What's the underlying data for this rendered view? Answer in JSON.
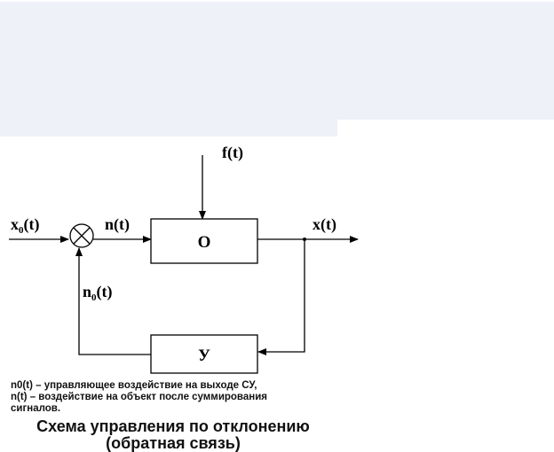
{
  "header_band": {
    "color": "#eef1f8",
    "stripe_count": 8
  },
  "diagram": {
    "labels": {
      "input": {
        "main": "x",
        "sub": "0",
        "arg": "(t)"
      },
      "sum_output": "n(t)",
      "disturbance": "f(t)",
      "output": "x(t)",
      "feedback": {
        "main": "n",
        "sub": "0",
        "arg": "(t)"
      }
    },
    "blocks": {
      "object": "О",
      "controller": "У"
    }
  },
  "notes": {
    "line1": "n0(t) – управляющее воздействие на выходе СУ,",
    "line2": "n(t) – воздействие на объект после суммирования",
    "line3": "сигналов."
  },
  "caption": {
    "line1": "Схема управления по отклонению",
    "line2": "(обратная связь)"
  }
}
